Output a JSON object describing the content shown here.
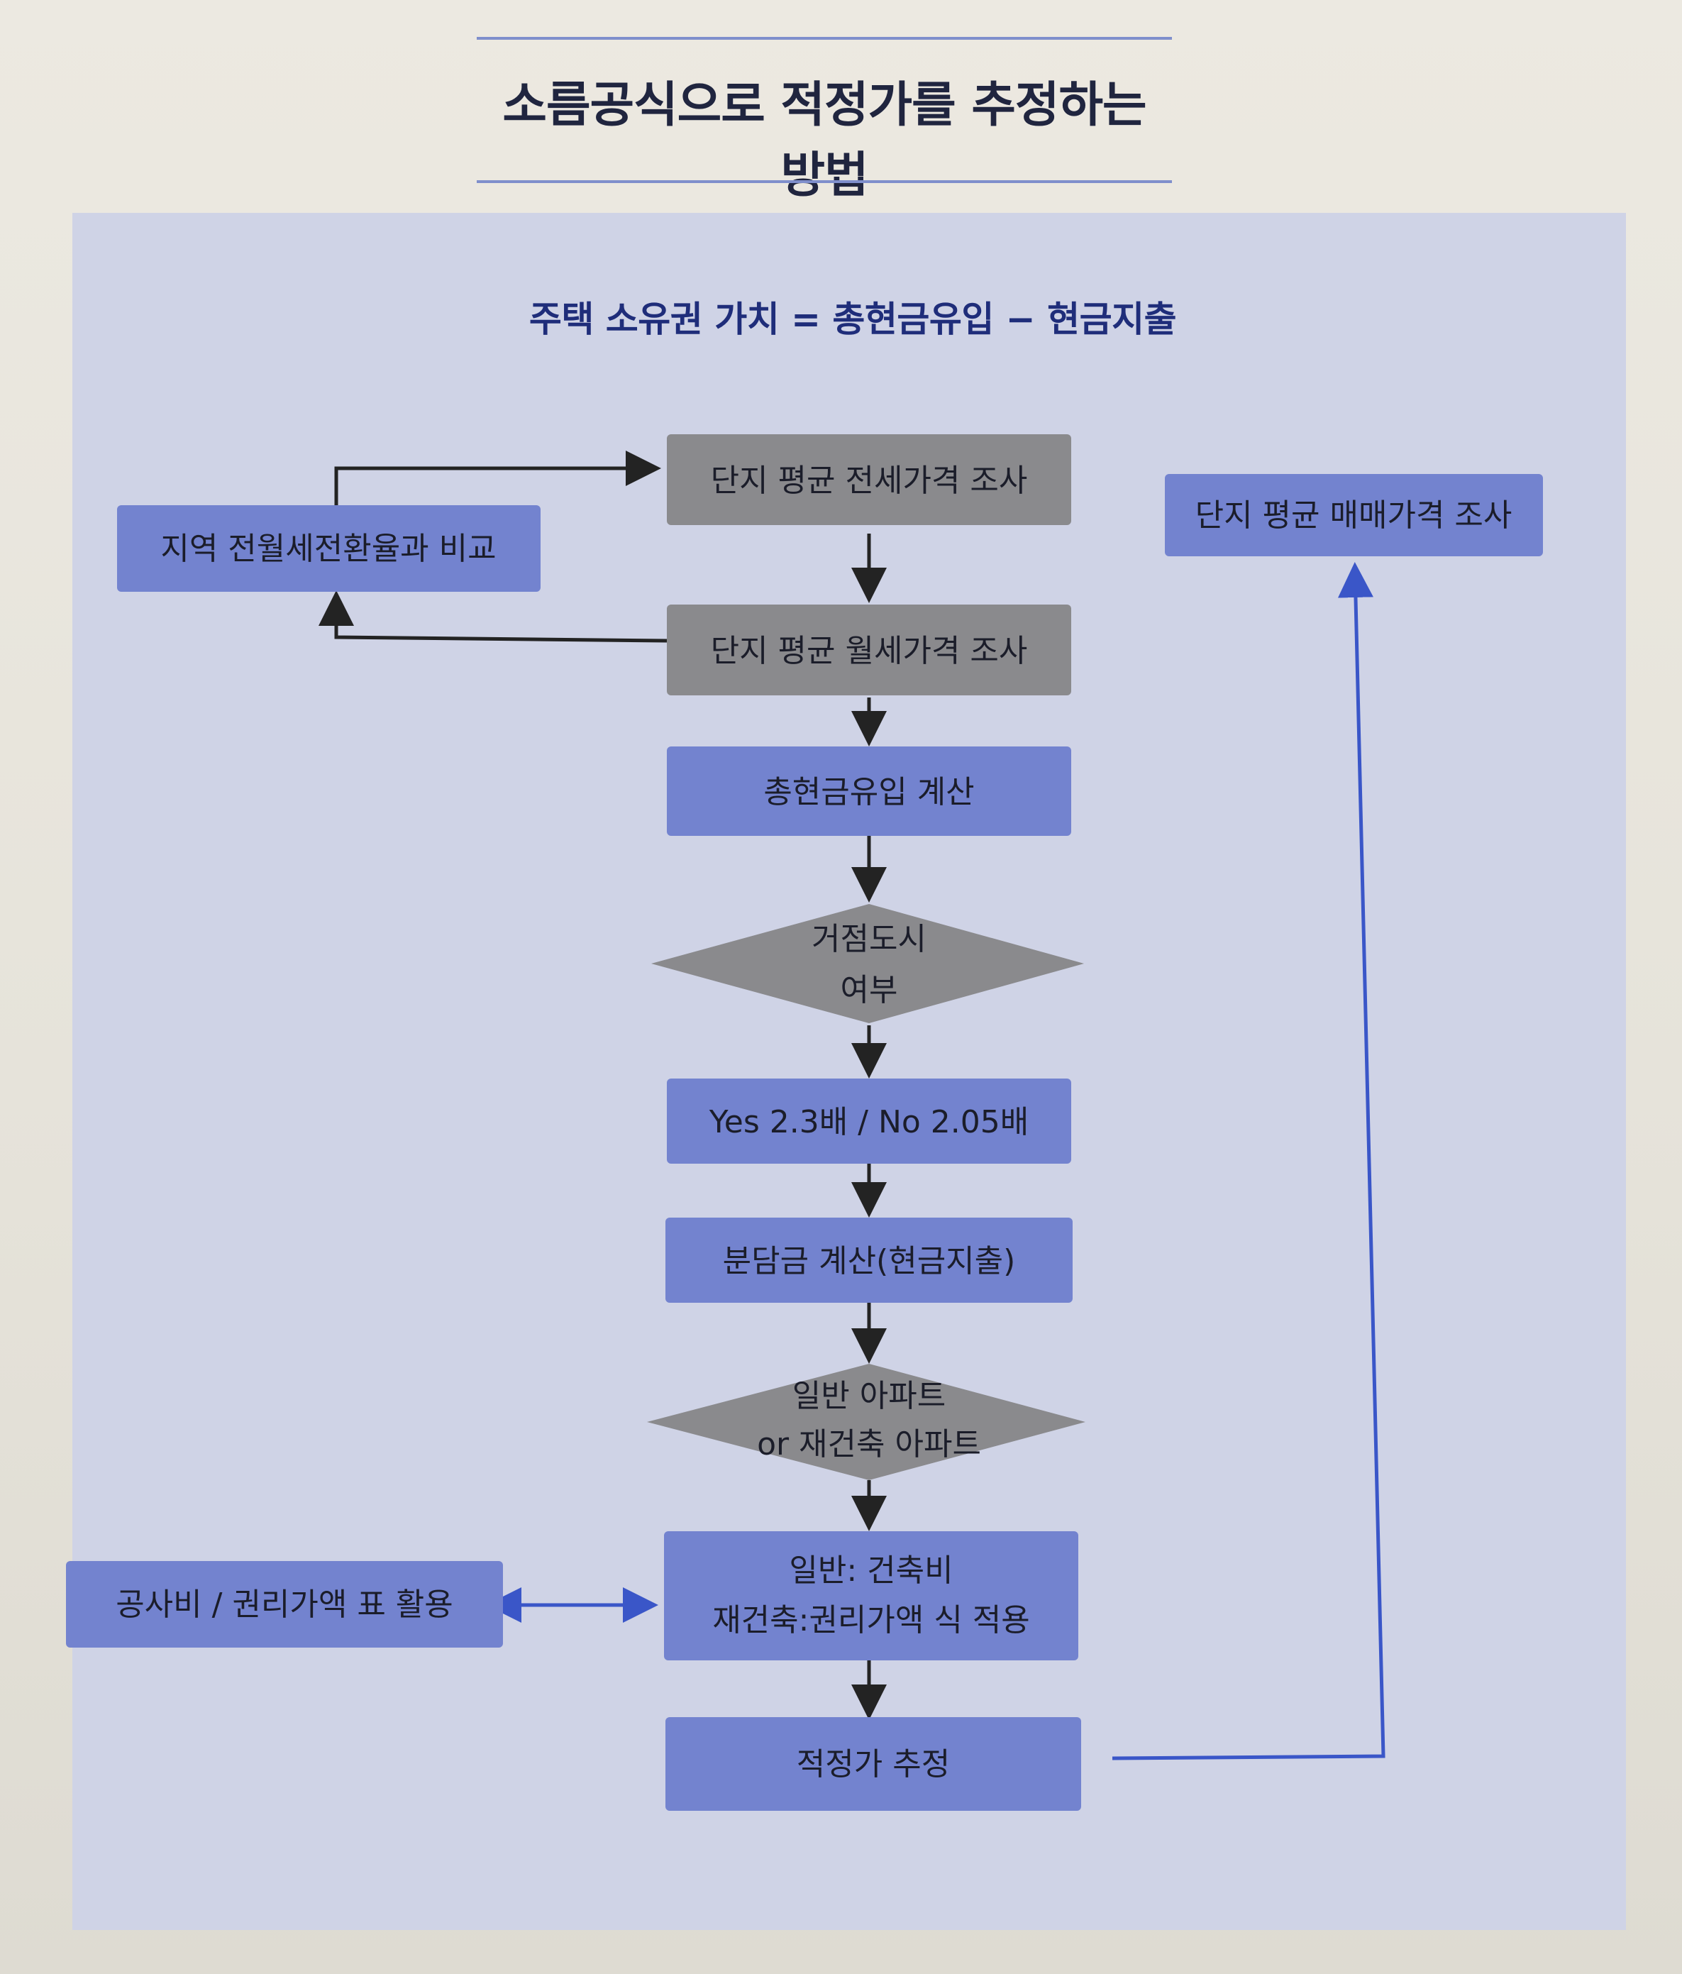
{
  "title": "소름공식으로 적정가를 추정하는 방법",
  "formula": "주택 소유권 가치 = 총현금유입 − 현금지출",
  "colors": {
    "blue_box": "#7383cf",
    "gray_box": "#8a8a8d",
    "arrow": "#232323",
    "blue_arrow": "#3a56c8"
  },
  "nodes": {
    "jeonse": "단지 평균 전세가격 조사",
    "monthly": "단지 평균 월세가격 조사",
    "compare": "지역 전월세전환율과 비교",
    "sale": "단지 평균 매매가격 조사",
    "inflow": "총현금유입 계산",
    "hub_line1": "거점도시",
    "hub_line2": "여부",
    "multiplier": "Yes 2.3배 / No 2.05배",
    "contribution": "분담금 계산(현금지출)",
    "apt_line1": "일반 아파트",
    "apt_line2": "or 재건축 아파트",
    "cost_line1": "일반: 건축비",
    "cost_line2": "재건축:권리가액 식 적용",
    "table": "공사비 / 권리가액 표 활용",
    "estimate": "적정가 추정"
  }
}
